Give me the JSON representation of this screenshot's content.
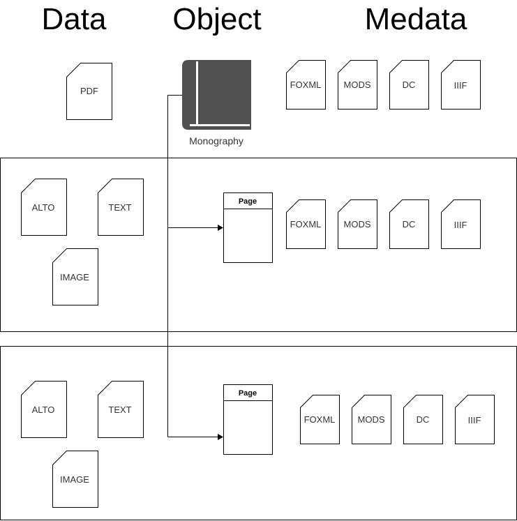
{
  "headers": {
    "data": "Data",
    "object": "Object",
    "metadata": "Medata"
  },
  "monograph": {
    "label": "Monography",
    "icon": "book-icon",
    "color": "#505050"
  },
  "top_row": {
    "data_docs": [
      "PDF"
    ],
    "metadata_docs": [
      "FOXML",
      "MODS",
      "DC",
      "IIIF"
    ]
  },
  "sections": [
    {
      "data_docs": [
        "ALTO",
        "TEXT",
        "IMAGE"
      ],
      "page_title": "Page",
      "metadata_docs": [
        "FOXML",
        "MODS",
        "DC",
        "IIIF"
      ]
    },
    {
      "data_docs": [
        "ALTO",
        "TEXT",
        "IMAGE"
      ],
      "page_title": "Page",
      "metadata_docs": [
        "FOXML",
        "MODS",
        "DC",
        "IIIF"
      ]
    }
  ]
}
